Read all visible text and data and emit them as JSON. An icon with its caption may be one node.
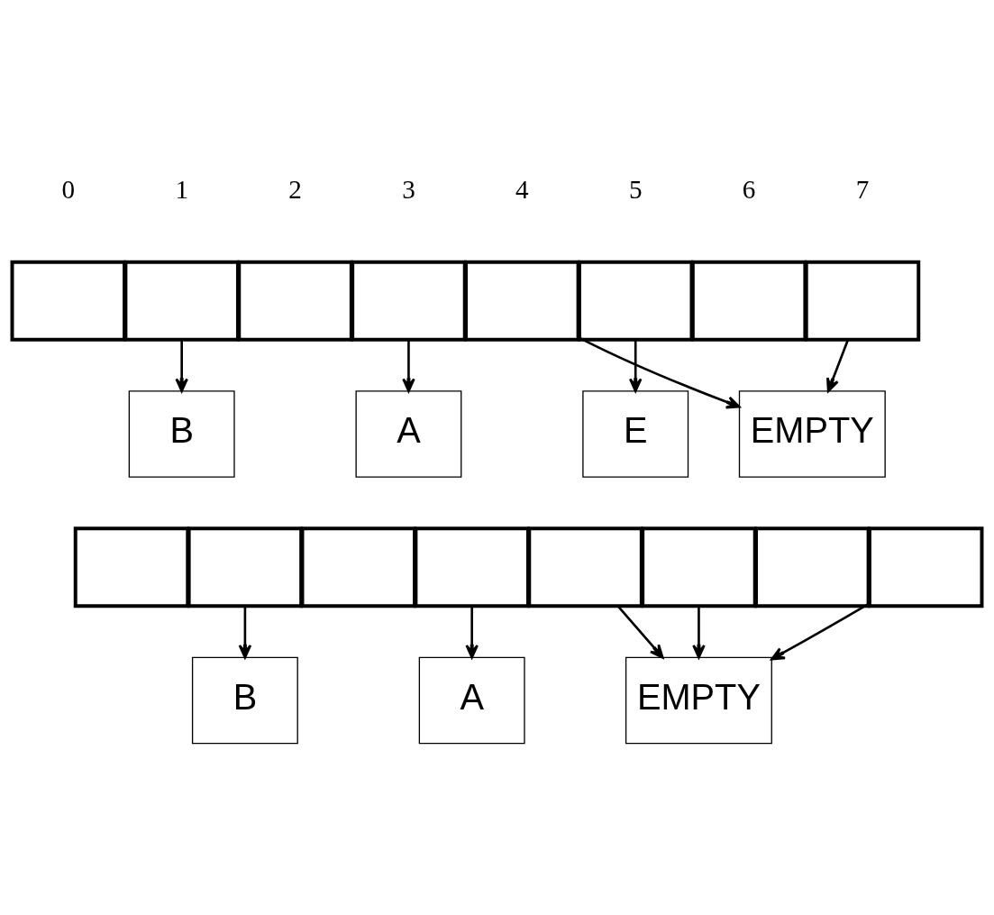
{
  "diagram": {
    "nodes": [
      {
        "text": [],
        "shape": "box"
      },
      {
        "text": [],
        "shape": "box"
      },
      {
        "text": [],
        "shape": "box"
      },
      {
        "text": [],
        "shape": "box"
      },
      {
        "text": [],
        "shape": "box"
      },
      {
        "text": [],
        "shape": "box"
      },
      {
        "text": [],
        "shape": "box"
      },
      {
        "text": [],
        "shape": "box"
      },
      {
        "text": [
          "B"
        ]
      },
      {
        "text": [
          "A"
        ]
      },
      {
        "text": [
          "E"
        ]
      },
      {
        "text": [
          "EMPTY"
        ]
      },
      {
        "text": [],
        "shape": "box"
      },
      {
        "text": [],
        "shape": "box"
      },
      {
        "text": [],
        "shape": "box"
      },
      {
        "text": [],
        "shape": "box"
      },
      {
        "text": [],
        "shape": "box"
      },
      {
        "text": [],
        "shape": "box"
      },
      {
        "text": [],
        "shape": "box"
      },
      {
        "text": [],
        "shape": "box"
      },
      {
        "text": [
          "B"
        ]
      },
      {
        "text": [
          "A"
        ]
      },
      {
        "text": [
          "EMPTY"
        ]
      }
    ],
    "edges": [
      {
        "from": 1,
        "to": 8,
        "arrow": "to"
      },
      {
        "from": 3,
        "to": 9,
        "arrow": "to"
      },
      {
        "from": 4,
        "to": 11,
        "arrow": "to"
      },
      {
        "from": 5,
        "to": 10,
        "arrow": "to"
      },
      {
        "from": 7,
        "to": 11,
        "arrow": "to"
      },
      {
        "from": 13,
        "to": 20,
        "arrow": "to"
      },
      {
        "from": 15,
        "to": 21,
        "arrow": "to"
      },
      {
        "from": 16,
        "to": 22,
        "arrow": "to"
      },
      {
        "from": 17,
        "to": 22,
        "arrow": "to"
      },
      {
        "from": 19,
        "to": 22,
        "arrow": "to"
      }
    ],
    "labels": [
      "0",
      "1",
      "2",
      "3",
      "4",
      "5",
      "6",
      "7"
    ]
  }
}
